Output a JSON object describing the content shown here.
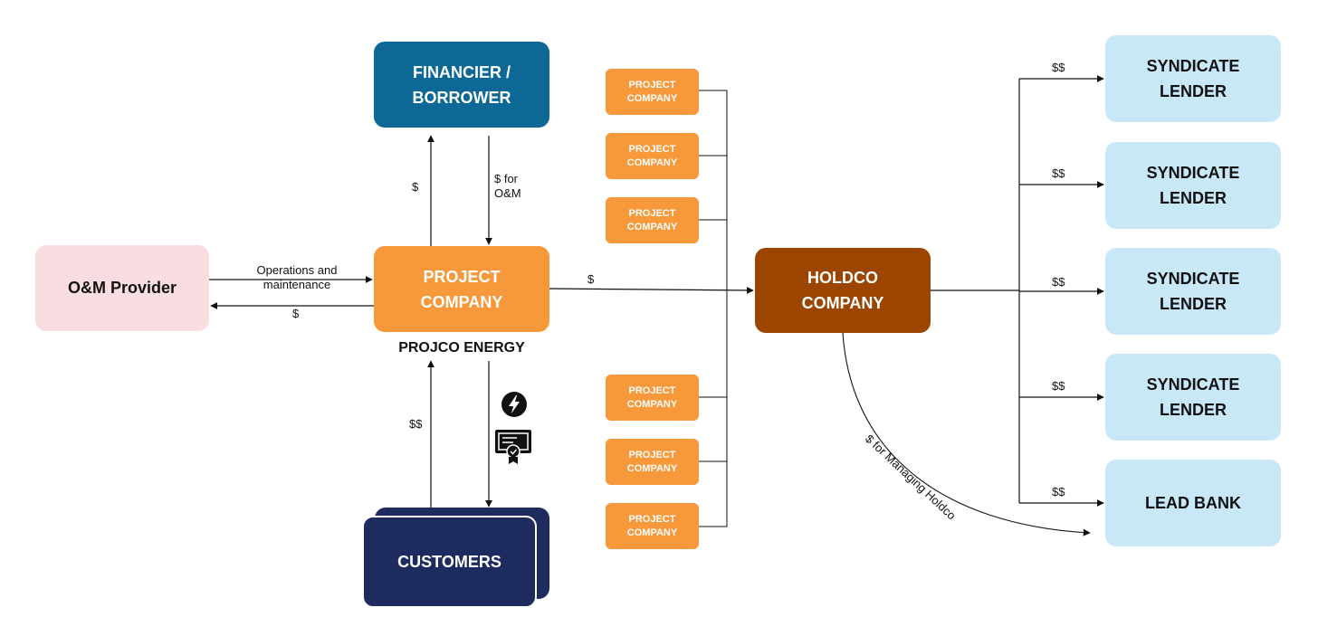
{
  "nodes": {
    "financier": "FINANCIER /\nBORROWER",
    "om_provider": "O&M Provider",
    "project_company_main": "PROJECT\nCOMPANY",
    "projco_energy": "PROJCO ENERGY",
    "customers": "CUSTOMERS",
    "project_company_small": [
      "PROJECT\nCOMPANY",
      "PROJECT\nCOMPANY",
      "PROJECT\nCOMPANY",
      "PROJECT\nCOMPANY",
      "PROJECT\nCOMPANY",
      "PROJECT\nCOMPANY"
    ],
    "holdco": "HOLDCO\nCOMPANY",
    "lenders": [
      "SYNDICATE\nLENDER",
      "SYNDICATE\nLENDER",
      "SYNDICATE\nLENDER",
      "SYNDICATE\nLENDER",
      "LEAD BANK"
    ]
  },
  "edge_labels": {
    "to_financier": "$",
    "from_financier": "$ for\nO&M",
    "to_om": "Operations and\nmaintenance",
    "from_om": "$",
    "to_holdco": "$",
    "from_customers": "$$",
    "to_lenders": [
      "$$",
      "$$",
      "$$",
      "$$",
      "$$"
    ],
    "managing_holdco": "$ for Managing Holdco"
  },
  "icons": [
    "lightning-icon",
    "certificate-icon"
  ],
  "colors": {
    "financier": "#0e6896",
    "om_provider": "#f9dde0",
    "project_company": "#f7983a",
    "customers": "#1e2b5e",
    "holdco": "#9b4500",
    "lender": "#c9e8f7"
  }
}
